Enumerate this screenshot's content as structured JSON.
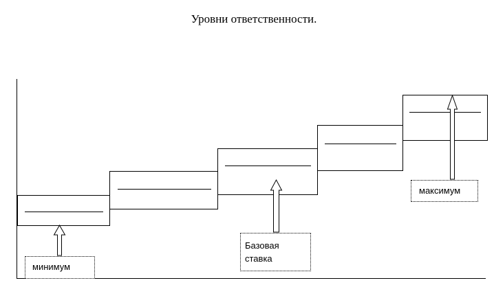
{
  "title": "Уровни ответственности.",
  "callouts": {
    "minimum": "минимум",
    "base_line1": "Базовая",
    "base_line2": "ставка",
    "maximum": "максимум"
  },
  "colors": {
    "line": "#000000",
    "background": "#ffffff"
  }
}
